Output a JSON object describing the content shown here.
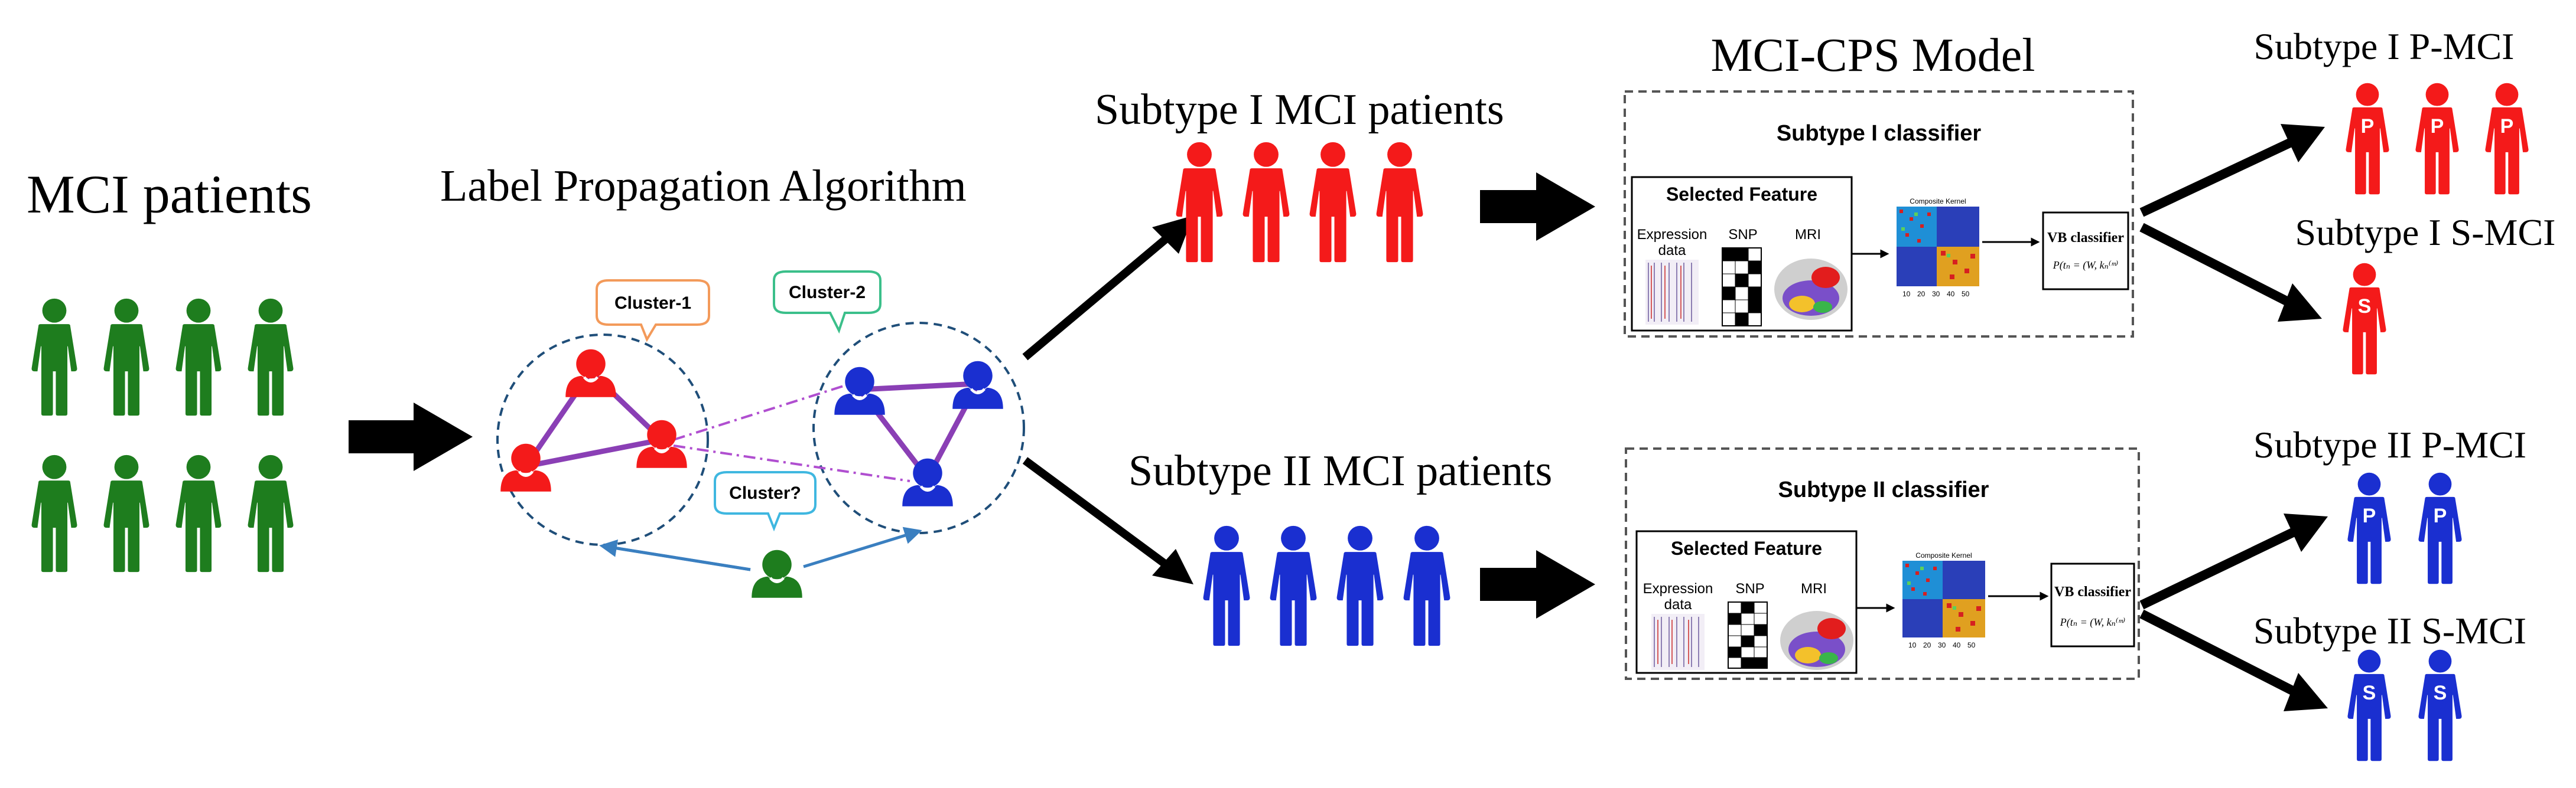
{
  "colors": {
    "green": "#1e7d1e",
    "red": "#f41a1a",
    "blue": "#1a2fd0",
    "purple": "#8a3fb5",
    "link_blue": "#3a7fc0",
    "bubble_orange": "#f39a5a",
    "bubble_green": "#3bbf8a",
    "bubble_blue": "#3fb7e0"
  },
  "labels": {
    "mci_patients": "MCI patients",
    "lpa": "Label Propagation Algorithm",
    "subtype1_patients": "Subtype I MCI patients",
    "subtype2_patients": "Subtype II MCI patients",
    "model": "MCI-CPS Model",
    "s1_pmci": "Subtype I P-MCI",
    "s1_smci": "Subtype I S-MCI",
    "s2_pmci": "Subtype II P-MCI",
    "s2_smci": "Subtype II S-MCI",
    "person_p": "P",
    "person_s": "S"
  },
  "graph": {
    "cluster1": "Cluster-1",
    "cluster2": "Cluster-2",
    "cluster_q": "Cluster?"
  },
  "classifier1": {
    "title": "Subtype I classifier",
    "selected_feature": "Selected Feature",
    "expression": "Expression",
    "data": "data",
    "snp": "SNP",
    "mri": "MRI",
    "kernel": "Composite Kernel",
    "vb": "VB classifier",
    "formula": "P(tₙ = (W, kₙ⁽ᵐ⁾"
  },
  "classifier2": {
    "title": "Subtype II classifier",
    "selected_feature": "Selected Feature",
    "expression": "Expression",
    "data": "data",
    "snp": "SNP",
    "mri": "MRI",
    "kernel": "Composite Kernel",
    "vb": "VB classifier",
    "formula": "P(tₙ = (W, kₙ⁽ᵐ⁾"
  }
}
